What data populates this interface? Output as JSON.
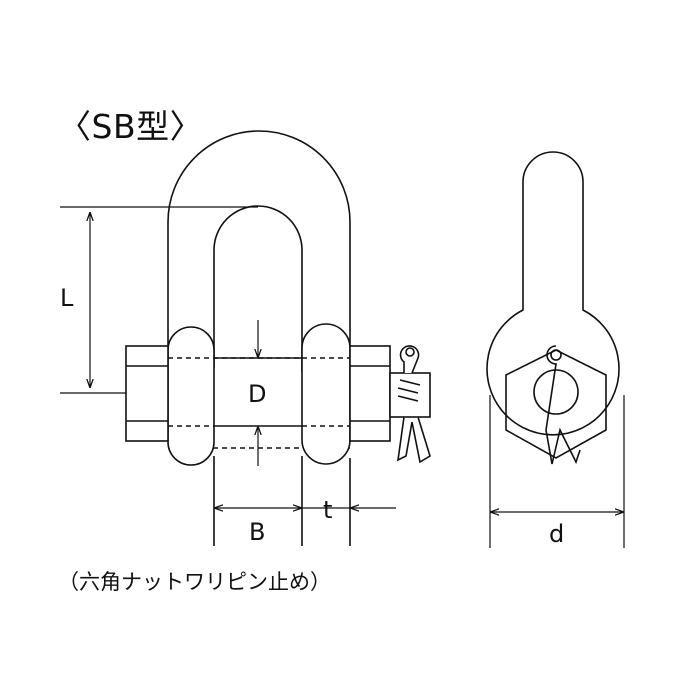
{
  "title": "〈SB型〉",
  "caption": "（六角ナットワリピン止め）",
  "dimensions": {
    "L": "L",
    "D": "D",
    "B": "B",
    "t": "t",
    "d": "d"
  }
}
